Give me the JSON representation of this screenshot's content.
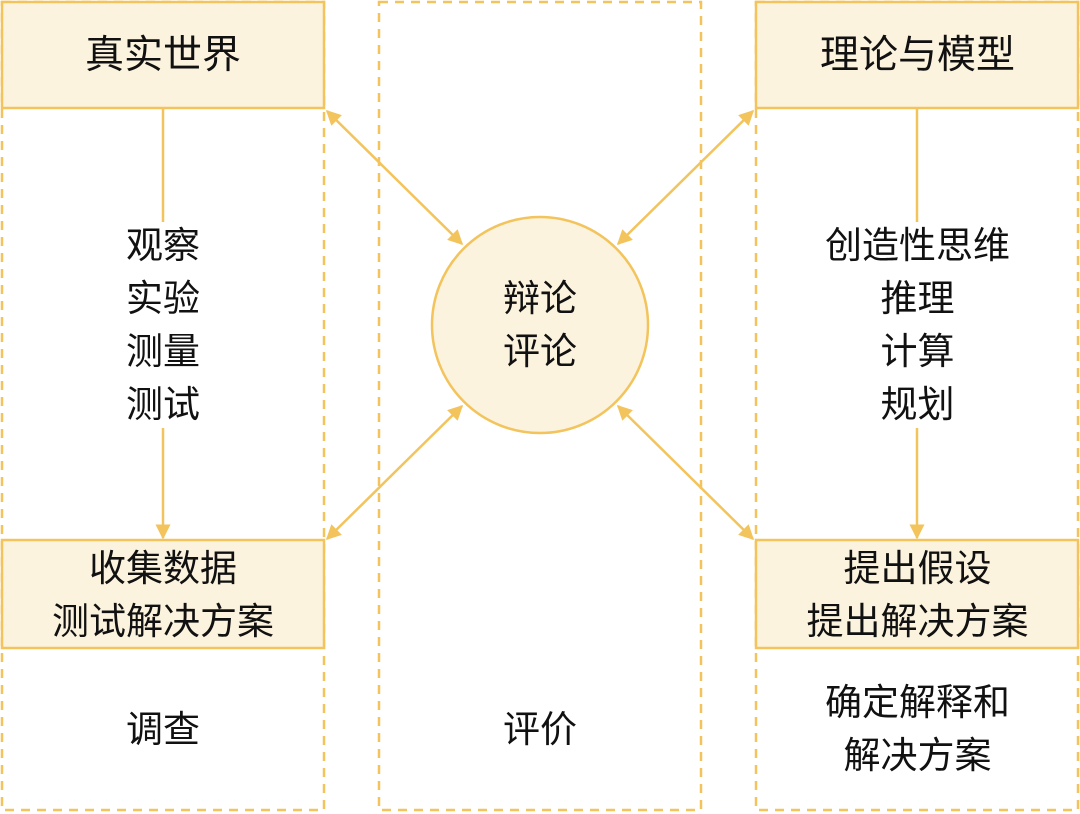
{
  "colors": {
    "line": "#f3c35c",
    "fill": "#fcf3de"
  },
  "left": {
    "header": "真实世界",
    "methods": [
      "观察",
      "实验",
      "测量",
      "测试"
    ],
    "box": [
      "收集数据",
      "测试解决方案"
    ],
    "footer": "调查"
  },
  "center": {
    "circle": [
      "辩论",
      "评论"
    ],
    "footer": "评价"
  },
  "right": {
    "header": "理论与模型",
    "methods": [
      "创造性思维",
      "推理",
      "计算",
      "规划"
    ],
    "box": [
      "提出假设",
      "提出解决方案"
    ],
    "footer": [
      "确定解释和",
      "解决方案"
    ]
  }
}
